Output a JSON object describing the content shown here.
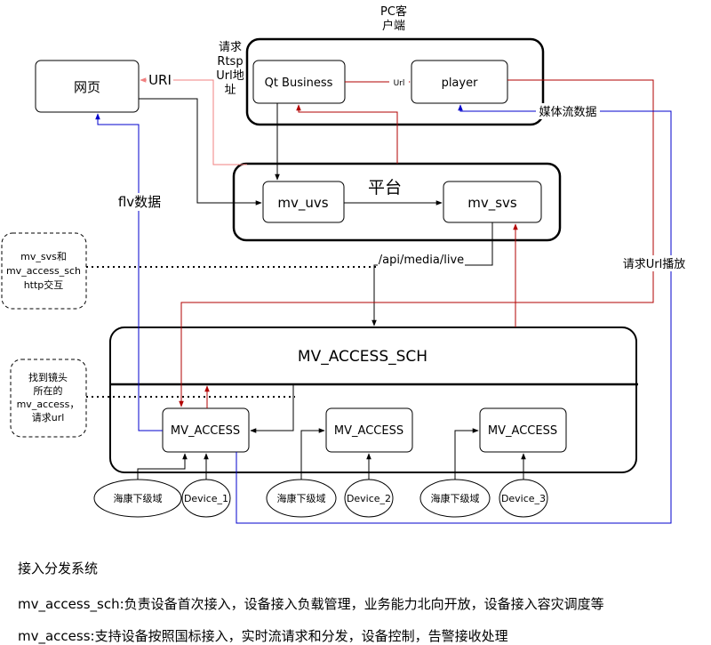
{
  "pc_client": {
    "title_line1": "PC客",
    "title_line2": "户端"
  },
  "nodes": {
    "webpage": "网页",
    "qt_business": "Qt Business",
    "player": "player",
    "platform": "平台",
    "mv_uvs": "mv_uvs",
    "mv_svs": "mv_svs",
    "mv_access_sch": "MV_ACCESS_SCH",
    "mv_access_1": "MV_ACCESS",
    "mv_access_2": "MV_ACCESS",
    "mv_access_3": "MV_ACCESS",
    "hikvision_1": "海康下级域",
    "device_1": "Device_1",
    "hikvision_2": "海康下级域",
    "device_2": "Device_2",
    "hikvision_3": "海康下级域",
    "device_3": "Device_3"
  },
  "labels": {
    "uri": "URI",
    "request_line1": "请求",
    "request_line2": "Rtsp",
    "request_line3": "Url地",
    "request_line4": "址",
    "url": "Url",
    "media_stream": "媒体流数据",
    "flv_data": "flv数据",
    "api_path": "/api/media/live",
    "request_url_play": "请求Url播放"
  },
  "notes": {
    "note1_line1": "mv_svs和",
    "note1_line2": "mv_access_sch",
    "note1_line3": "http交互",
    "note2_line1": "找到镜头",
    "note2_line2": "所在的",
    "note2_line3": "mv_access，",
    "note2_line4": "请求url"
  },
  "description": {
    "heading": "接入分发系统",
    "line1": "mv_access_sch:负责设备首次接入，设备接入负载管理，业务能力北向开放，设备接入容灾调度等",
    "line2": "mv_access:支持设备按照国标接入，实时流请求和分发，设备控制，告警接收处理"
  },
  "colors": {
    "red": "#b20000",
    "blue": "#0000cc",
    "light_red": "#f08080",
    "black": "#000000"
  }
}
